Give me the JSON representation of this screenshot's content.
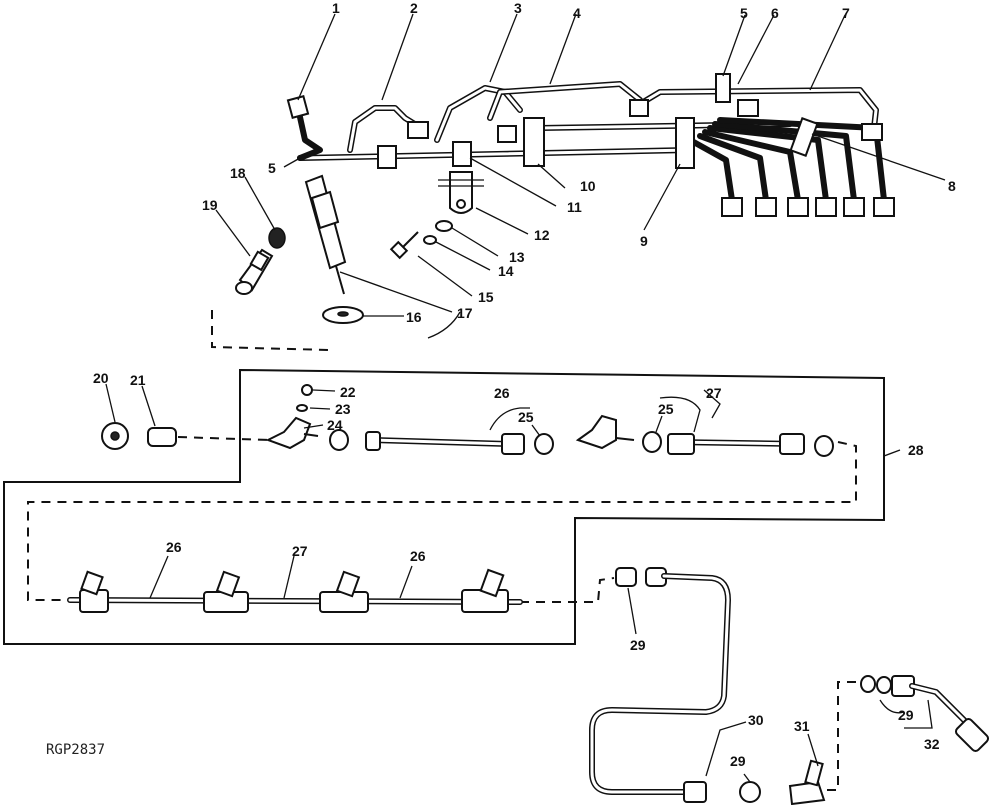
{
  "figure_code": "RGP2837",
  "callouts": {
    "c1": "1",
    "c2": "2",
    "c3": "3",
    "c4": "4",
    "c5a": "5",
    "c6": "6",
    "c7": "7",
    "c5b": "5",
    "c8": "8",
    "c9": "9",
    "c10": "10",
    "c11": "11",
    "c12": "12",
    "c13": "13",
    "c14": "14",
    "c15": "15",
    "c16": "16",
    "c17": "17",
    "c18": "18",
    "c19": "19",
    "c20": "20",
    "c21": "21",
    "c22": "22",
    "c23": "23",
    "c24": "24",
    "c25a": "25",
    "c25b": "25",
    "c26a": "26",
    "c26b": "26",
    "c26c": "26",
    "c27a": "27",
    "c27b": "27",
    "c28": "28",
    "c29a": "29",
    "c29b": "29",
    "c29c": "29",
    "c30": "30",
    "c31": "31",
    "c32": "32"
  }
}
